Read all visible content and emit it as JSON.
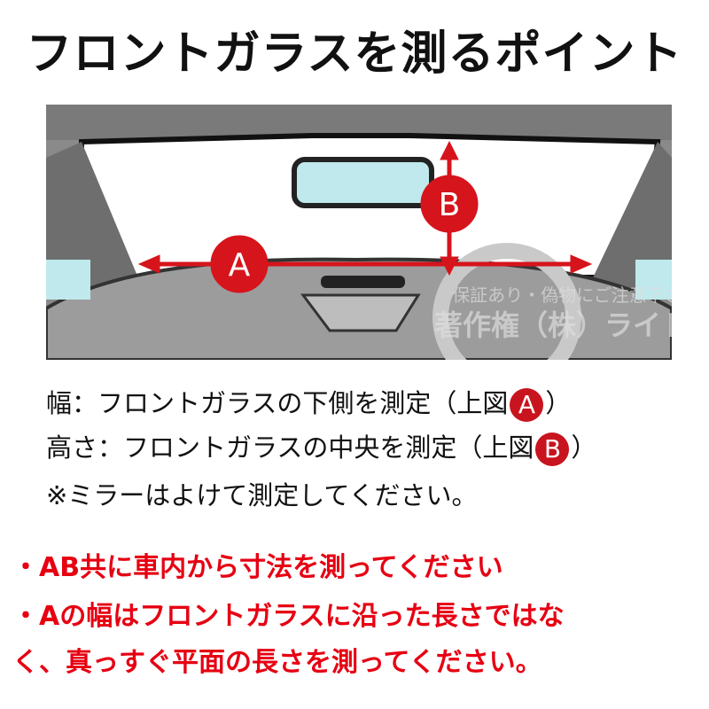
{
  "title": "フロントガラスを測るポイント",
  "diagram": {
    "label_a": "A",
    "label_b": "B",
    "watermark_line1": "保証あり・偽物にご注意下さい",
    "watermark_line2": "著作権（株）ライドウ",
    "arrow_color": "#d6141c"
  },
  "instructions": [
    {
      "prefix": "幅：フロントガラスの下側を測定（上図",
      "badge": "A",
      "suffix": "）"
    },
    {
      "prefix": "高さ：フロントガラスの中央を測定（上図",
      "badge": "B",
      "suffix": "）"
    },
    {
      "text": "※ミラーはよけて測定してください。"
    }
  ],
  "notes": [
    "・AB共に車内から寸法を測ってください",
    "・Aの幅はフロントガラスに沿った長さではな",
    "く、真っすぐ平面の長さを測ってください。"
  ]
}
